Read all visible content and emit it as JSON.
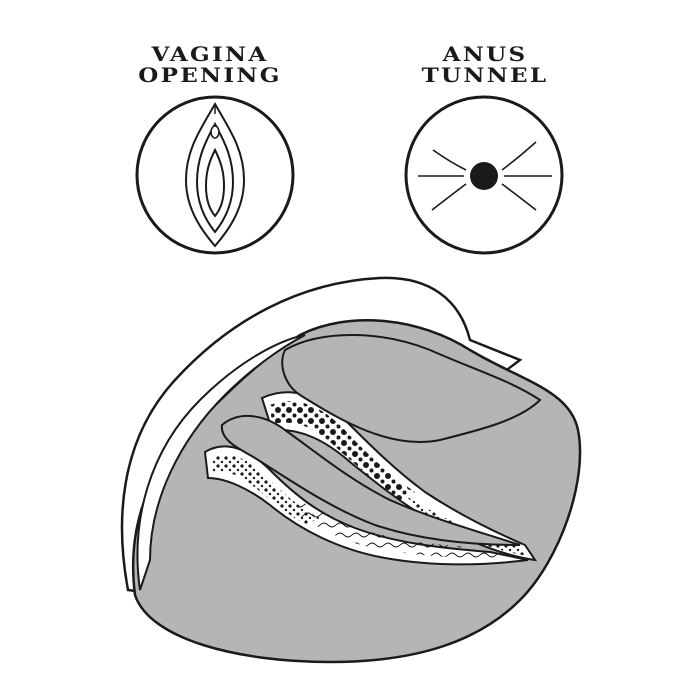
{
  "labels": {
    "left": {
      "line1": "VAGINA",
      "line2": "OPENING"
    },
    "right": {
      "line1": "ANUS",
      "line2": "TUNNEL"
    }
  },
  "colors": {
    "outline": "#1a1a1a",
    "body_fill": "#b5b5b5",
    "background": "#ffffff"
  },
  "icons": {
    "left_circle": "vagina-opening-icon",
    "right_circle": "anus-opening-icon",
    "cross_section": "cross-section-illustration"
  }
}
